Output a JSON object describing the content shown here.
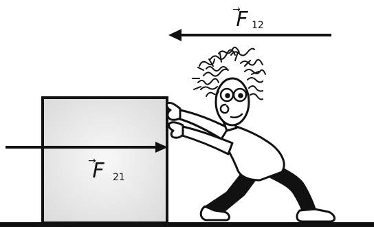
{
  "diagram": {
    "force_top": {
      "symbol": "F",
      "subscript": "12",
      "arrow_accent": "→"
    },
    "force_box": {
      "symbol": "F",
      "subscript": "21",
      "arrow_accent": "→"
    }
  },
  "colors": {
    "ink": "#111111",
    "box_fill": "#e8e8e8",
    "box_center": "#f8f8f8",
    "background": "#ffffff"
  },
  "icons": [
    "pushing-person-icon",
    "wild-hair-icon",
    "glasses-icon"
  ]
}
